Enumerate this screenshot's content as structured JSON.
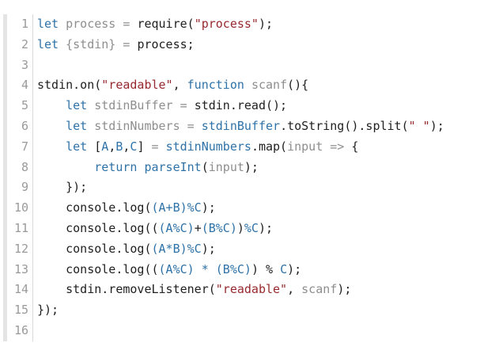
{
  "colors": {
    "keyword": "#2f72a7",
    "identifier": "#8e8e8e",
    "string": "#97292e",
    "text": "#1f1f1f",
    "line_number": "#9a9a9a",
    "gutter_border": "#d8d8d8",
    "accent_bar": "#e4e4e4",
    "background": "#ffffff"
  },
  "code": {
    "line_numbers": [
      "1",
      "2",
      "3",
      "4",
      "5",
      "6",
      "7",
      "8",
      "9",
      "10",
      "11",
      "12",
      "13",
      "14",
      "15",
      "16"
    ],
    "lines": [
      [
        [
          "keyword",
          "let"
        ],
        [
          "text",
          " "
        ],
        [
          "identifier",
          "process = "
        ],
        [
          "text",
          "require("
        ],
        [
          "string",
          "\"process\""
        ],
        [
          "text",
          ");"
        ]
      ],
      [
        [
          "keyword",
          "let"
        ],
        [
          "text",
          " "
        ],
        [
          "identifier",
          "{stdin} = "
        ],
        [
          "text",
          "process;"
        ]
      ],
      [],
      [
        [
          "text",
          "stdin.on("
        ],
        [
          "string",
          "\"readable\""
        ],
        [
          "text",
          ", "
        ],
        [
          "keyword",
          "function"
        ],
        [
          "text",
          " "
        ],
        [
          "identifier",
          "scanf"
        ],
        [
          "text",
          "(){"
        ]
      ],
      [
        [
          "text",
          "    "
        ],
        [
          "keyword",
          "let"
        ],
        [
          "text",
          " "
        ],
        [
          "identifier",
          "stdinBuffer = "
        ],
        [
          "text",
          "stdin.read();"
        ]
      ],
      [
        [
          "text",
          "    "
        ],
        [
          "keyword",
          "let"
        ],
        [
          "text",
          " "
        ],
        [
          "identifier",
          "stdinNumbers = "
        ],
        [
          "keyword",
          "stdinBuffer"
        ],
        [
          "text",
          ".toString().split("
        ],
        [
          "string",
          "\" \""
        ],
        [
          "text",
          ");"
        ]
      ],
      [
        [
          "text",
          "    "
        ],
        [
          "keyword",
          "let"
        ],
        [
          "text",
          " ["
        ],
        [
          "keyword",
          "A"
        ],
        [
          "text",
          ","
        ],
        [
          "keyword",
          "B"
        ],
        [
          "text",
          ","
        ],
        [
          "keyword",
          "C"
        ],
        [
          "text",
          "] "
        ],
        [
          "identifier",
          "= "
        ],
        [
          "keyword",
          "stdinNumbers"
        ],
        [
          "text",
          ".map("
        ],
        [
          "identifier",
          "input => "
        ],
        [
          "text",
          "{"
        ]
      ],
      [
        [
          "text",
          "        "
        ],
        [
          "keyword",
          "return"
        ],
        [
          "text",
          " "
        ],
        [
          "keyword",
          "parseInt"
        ],
        [
          "text",
          "("
        ],
        [
          "identifier",
          "input"
        ],
        [
          "text",
          ");"
        ]
      ],
      [
        [
          "text",
          "    });"
        ]
      ],
      [
        [
          "text",
          "    console.log("
        ],
        [
          "keyword",
          "(A+B)%C"
        ],
        [
          "text",
          ");"
        ]
      ],
      [
        [
          "text",
          "    console.log(("
        ],
        [
          "keyword",
          "(A%C)"
        ],
        [
          "text",
          "+"
        ],
        [
          "keyword",
          "(B%C)"
        ],
        [
          "text",
          ")"
        ],
        [
          "keyword",
          "%C"
        ],
        [
          "text",
          ");"
        ]
      ],
      [
        [
          "text",
          "    console.log("
        ],
        [
          "keyword",
          "(A*B)%C"
        ],
        [
          "text",
          ");"
        ]
      ],
      [
        [
          "text",
          "    console.log(("
        ],
        [
          "keyword",
          "(A%C)"
        ],
        [
          "text",
          " "
        ],
        [
          "keyword",
          "*"
        ],
        [
          "text",
          " "
        ],
        [
          "keyword",
          "(B%C)"
        ],
        [
          "text",
          ") % "
        ],
        [
          "keyword",
          "C"
        ],
        [
          "text",
          ");"
        ]
      ],
      [
        [
          "text",
          "    stdin.removeListener("
        ],
        [
          "string",
          "\"readable\""
        ],
        [
          "text",
          ", "
        ],
        [
          "identifier",
          "scanf"
        ],
        [
          "text",
          ");"
        ]
      ],
      [
        [
          "text",
          "});"
        ]
      ],
      []
    ]
  }
}
